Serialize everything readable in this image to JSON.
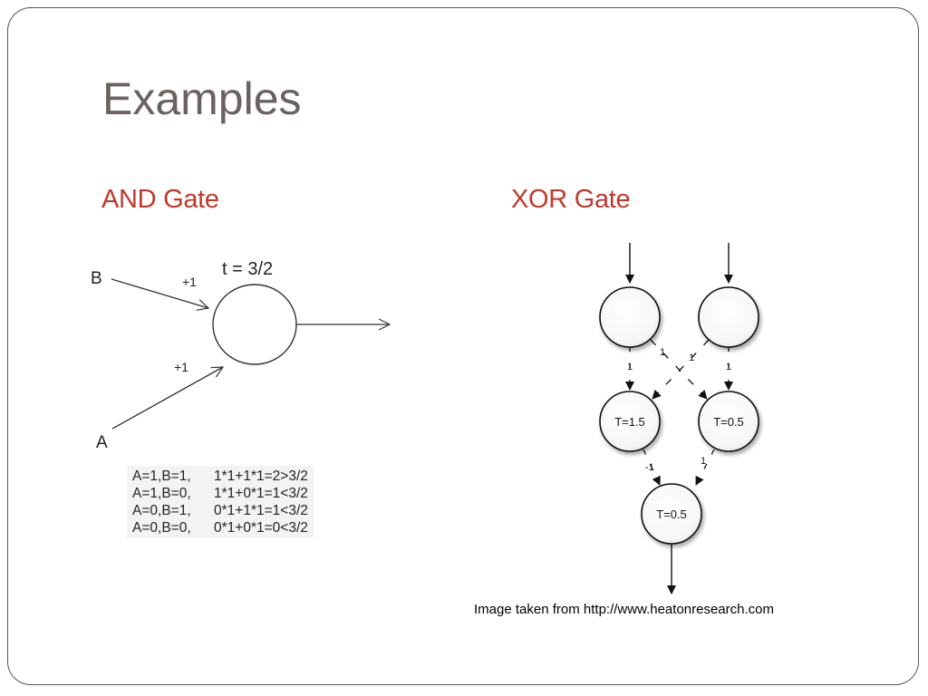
{
  "slide": {
    "title": "Examples",
    "accent_color": "#c0392b"
  },
  "and_gate": {
    "heading": "AND Gate",
    "threshold_label": "t = 3/2",
    "input_b_label": "B",
    "input_a_label": "A",
    "weight_b_label": "+1",
    "weight_a_label": "+1",
    "truth_table": [
      {
        "inputs": "A=1,B=1,",
        "calc": "1*1+1*1=2>3/2"
      },
      {
        "inputs": "A=1,B=0,",
        "calc": "1*1+0*1=1<3/2"
      },
      {
        "inputs": "A=0,B=1,",
        "calc": "0*1+1*1=1<3/2"
      },
      {
        "inputs": "A=0,B=0,",
        "calc": "0*1+0*1=0<3/2"
      }
    ]
  },
  "xor_gate": {
    "heading": "XOR Gate",
    "nodes": {
      "hidden_left": "T=1.5",
      "hidden_right": "T=0.5",
      "output": "T=0.5"
    },
    "weights": {
      "left_to_left": "1",
      "left_to_right": "1",
      "right_to_left": "1",
      "right_to_right": "1",
      "hidden_left_to_output": "-1",
      "hidden_right_to_output": "1"
    },
    "credit": "Image taken from http://www.heatonresearch.com"
  }
}
